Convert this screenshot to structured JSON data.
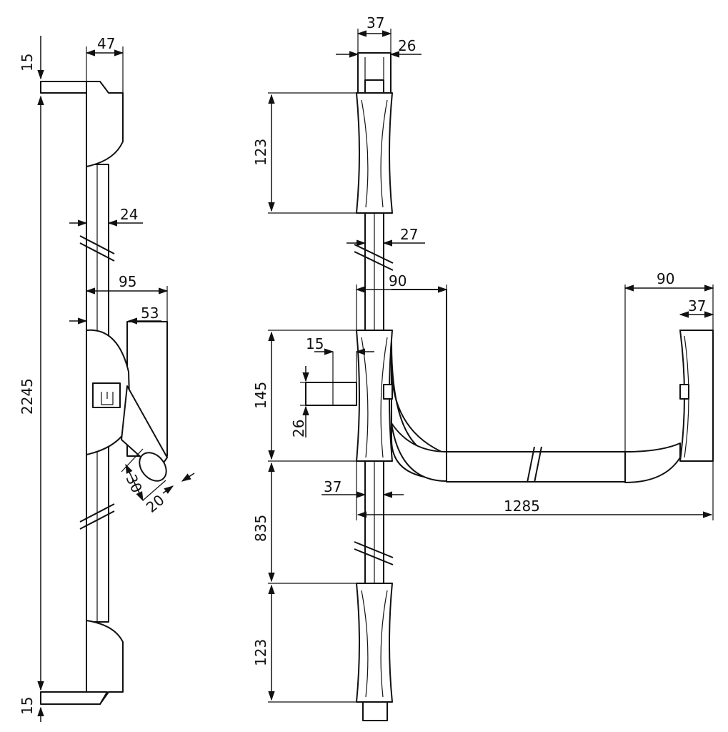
{
  "diagram": {
    "side_view": {
      "overall_height": "2245",
      "top_cap": "15",
      "bottom_cap": "15",
      "head_depth": "47",
      "rod_diameter": "24",
      "case_depth": "95",
      "case_front": "53",
      "lever_diameter": "30",
      "lever_offset": "20"
    },
    "front_view": {
      "head_width": "37",
      "head_depth": "26",
      "top_bolt_length": "123",
      "rod_diameter": "27",
      "case_depth_left": "90",
      "case_depth_right": "90",
      "end_width": "37",
      "spindle_offset": "15",
      "spindle_height": "26",
      "case_height": "145",
      "rod_offset": "37",
      "bar_length": "1285",
      "lower_length": "835",
      "bottom_bolt_length": "123"
    }
  }
}
